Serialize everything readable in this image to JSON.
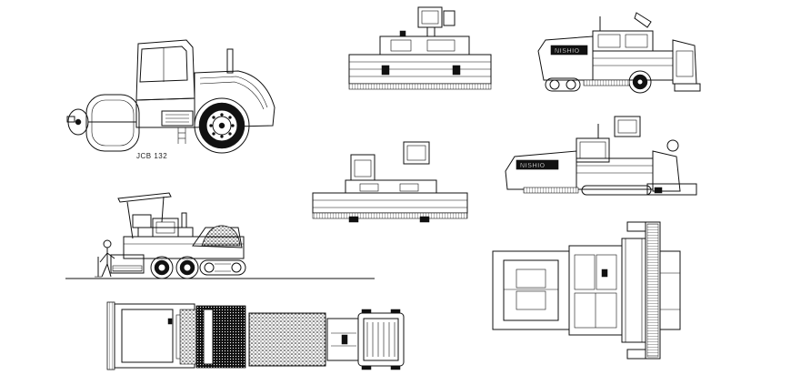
{
  "labels": {
    "roller_model": "JCB 132",
    "paver_logo_top": "NISHIO",
    "paver_logo_middle": "NISHIO"
  },
  "colors": {
    "line": "#111111",
    "background": "#ffffff"
  }
}
